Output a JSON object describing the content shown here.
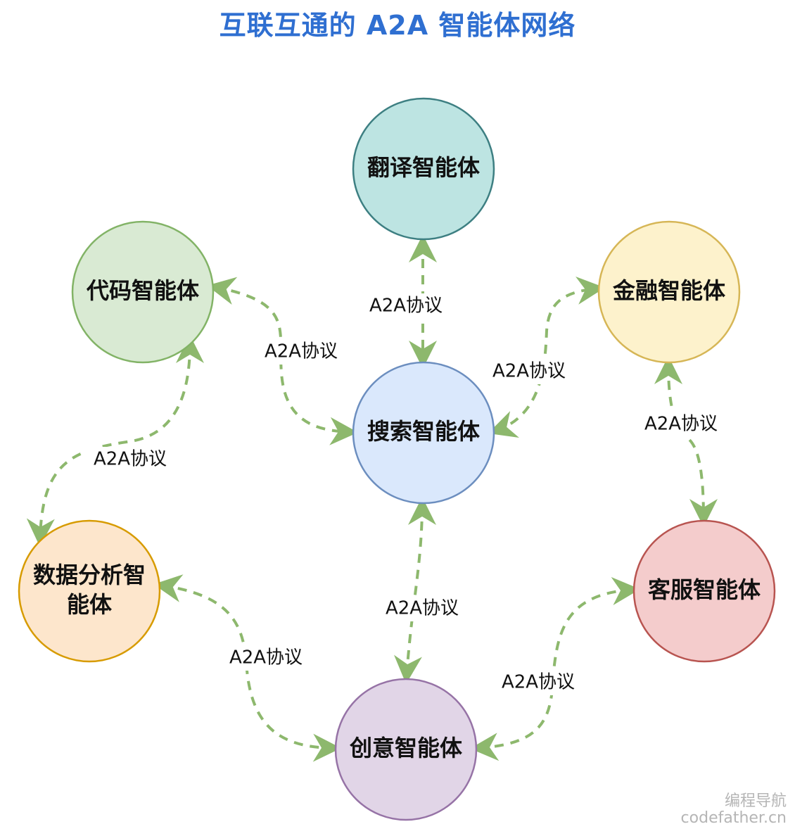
{
  "title": "互联互通的 A2A 智能体网络",
  "protocol_label": "A2A协议",
  "watermark": {
    "line1": "编程导航",
    "line2": "codefather.cn"
  },
  "nodes": [
    {
      "id": "translate",
      "lines": [
        "翻译智能体"
      ],
      "fill": "#bde4e2",
      "stroke": "#3d7f82"
    },
    {
      "id": "code",
      "lines": [
        "代码智能体"
      ],
      "fill": "#d9ead3",
      "stroke": "#82b366"
    },
    {
      "id": "finance",
      "lines": [
        "金融智能体"
      ],
      "fill": "#fdf2cc",
      "stroke": "#d6b656"
    },
    {
      "id": "search",
      "lines": [
        "搜索智能体"
      ],
      "fill": "#dae8fc",
      "stroke": "#6c8ebf"
    },
    {
      "id": "data",
      "lines": [
        "数据分析智",
        "能体"
      ],
      "fill": "#fde6cc",
      "stroke": "#d79b00"
    },
    {
      "id": "service",
      "lines": [
        "客服智能体"
      ],
      "fill": "#f4cccc",
      "stroke": "#b85450"
    },
    {
      "id": "creative",
      "lines": [
        "创意智能体"
      ],
      "fill": "#e1d5e7",
      "stroke": "#9673a6"
    }
  ],
  "edges": [
    {
      "from": "translate",
      "to": "search",
      "label": "A2A协议"
    },
    {
      "from": "code",
      "to": "search",
      "label": "A2A协议"
    },
    {
      "from": "search",
      "to": "finance",
      "label": "A2A协议"
    },
    {
      "from": "finance",
      "to": "service",
      "label": "A2A协议"
    },
    {
      "from": "code",
      "to": "data",
      "label": "A2A协议"
    },
    {
      "from": "search",
      "to": "creative",
      "label": "A2A协议"
    },
    {
      "from": "data",
      "to": "creative",
      "label": "A2A协议"
    },
    {
      "from": "creative",
      "to": "service",
      "label": "A2A协议"
    }
  ],
  "colors": {
    "title": "#2f6fd1",
    "connector": "#8db86d"
  }
}
